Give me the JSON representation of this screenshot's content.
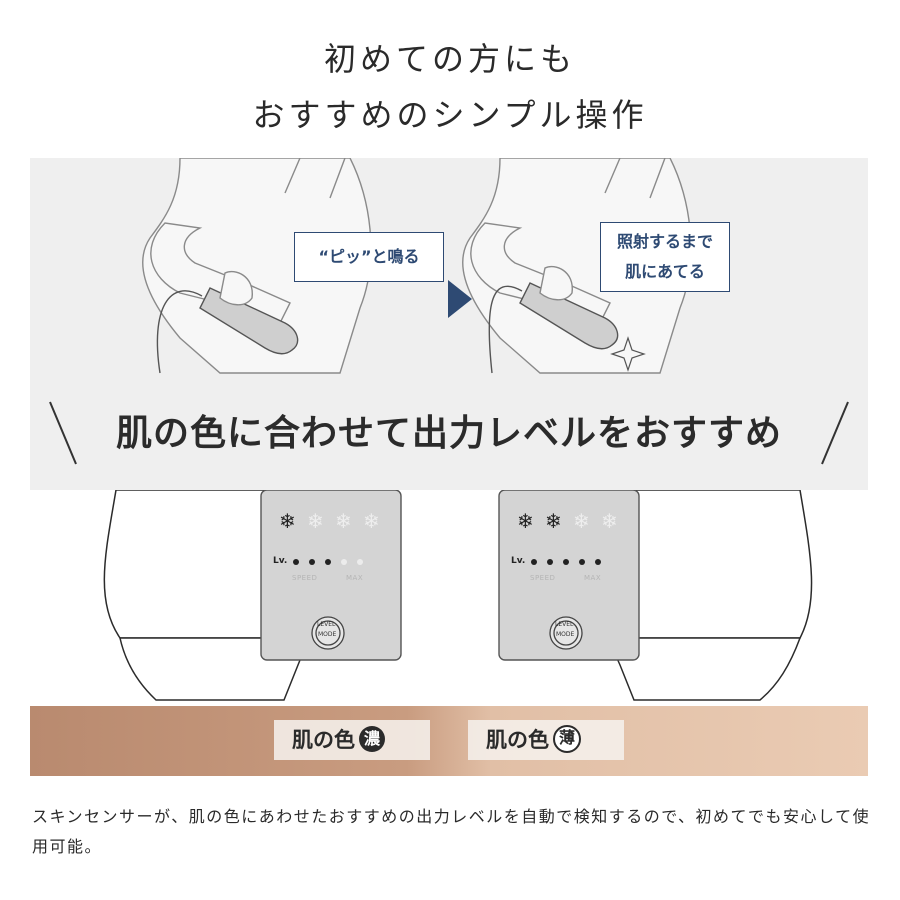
{
  "headline": {
    "line1": "初めての方にも",
    "line2": "おすすめのシンプル操作"
  },
  "illustration": {
    "callout_left": "“ピッ”と鳴る",
    "callout_right_line1": "照射するまで",
    "callout_right_line2": "肌にあてる",
    "tagline": "肌の色に合わせて出力レベルをおすすめ"
  },
  "panels": {
    "left": {
      "lv_label": "Lv.",
      "speed_label": "SPEED",
      "max_label": "MAX",
      "button_top": "LEVEL",
      "button_bottom": "MODE",
      "level": 3,
      "snowflakes_active": 1
    },
    "right": {
      "lv_label": "Lv.",
      "speed_label": "SPEED",
      "max_label": "MAX",
      "button_top": "LEVEL",
      "button_bottom": "MODE",
      "level": 5,
      "snowflakes_active": 2
    }
  },
  "skin": {
    "dark_label": "肌の色",
    "dark_badge": "濃",
    "light_label": "肌の色",
    "light_badge": "薄"
  },
  "description": "スキンセンサーが、肌の色にあわせたおすすめの出力レベルを自動で検知するので、初めてでも安心して使用可能。",
  "colors": {
    "accent": "#2e4a73",
    "background": "#efefef"
  }
}
